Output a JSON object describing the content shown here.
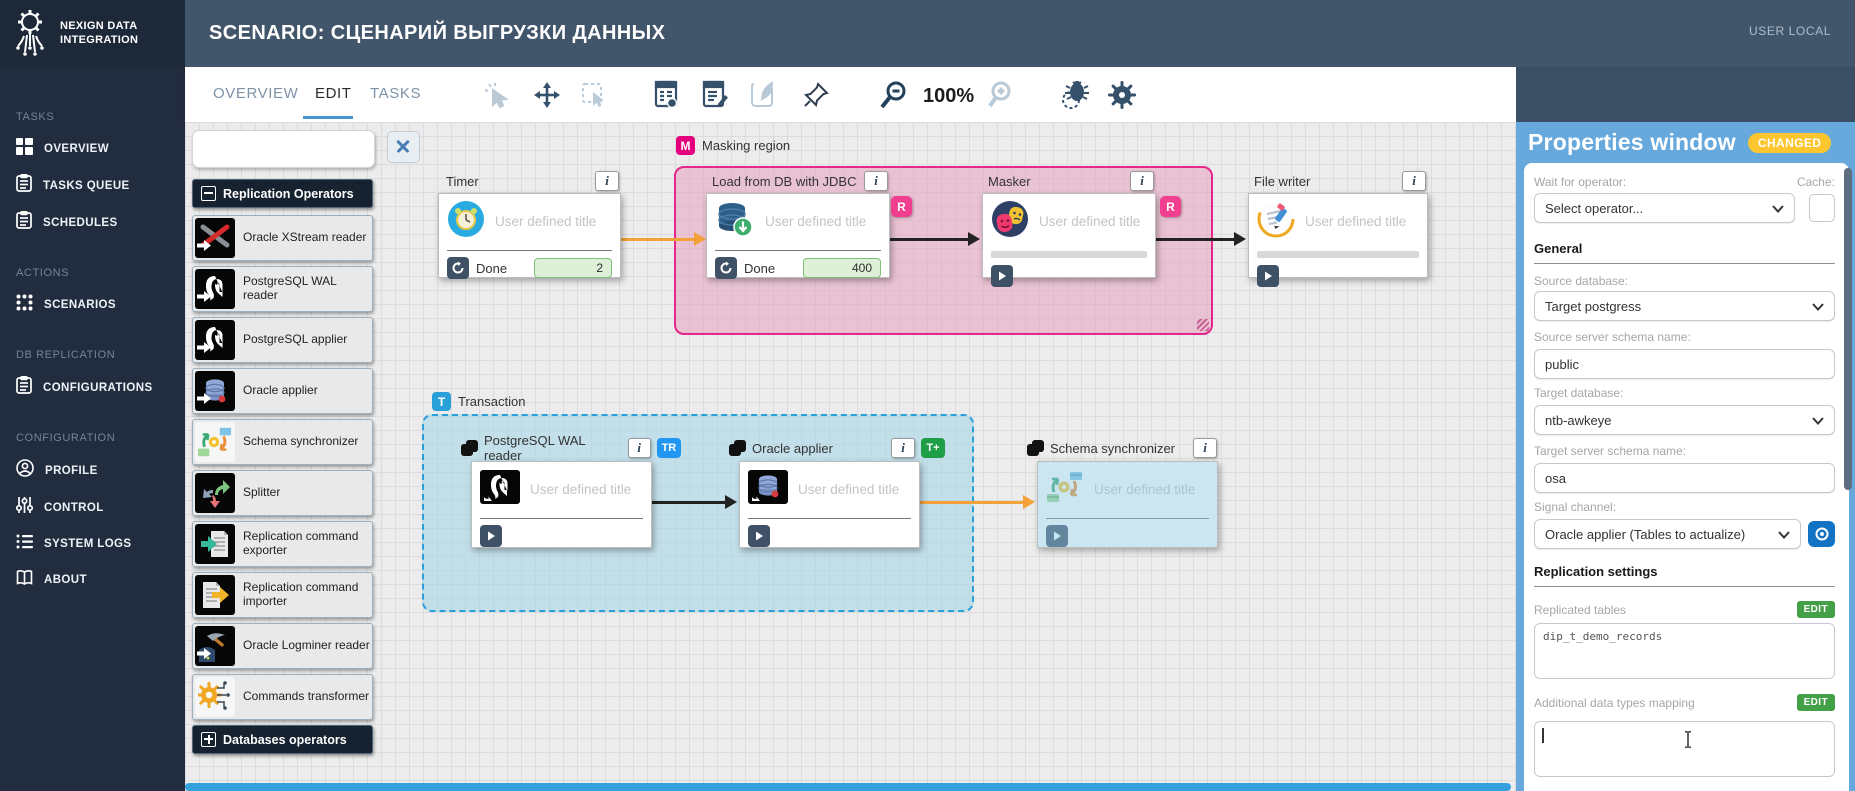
{
  "header": {
    "logo_line1": "NEXIGN DATA",
    "logo_line2": "INTEGRATION",
    "title": "SCENARIO: СЦЕНАРИЙ ВЫГРУЗКИ ДАННЫХ",
    "user": "USER LOCAL"
  },
  "tabs": {
    "overview": "OVERVIEW",
    "edit": "EDIT",
    "tasks": "TASKS"
  },
  "toolbar": {
    "zoom_level": "100%"
  },
  "sidebar": {
    "sections": [
      {
        "title": "TASKS",
        "items": [
          {
            "label": "OVERVIEW",
            "icon": "grid-icon"
          },
          {
            "label": "TASKS QUEUE",
            "icon": "clipboard-icon"
          },
          {
            "label": "SCHEDULES",
            "icon": "clipboard-icon"
          }
        ]
      },
      {
        "title": "ACTIONS",
        "items": [
          {
            "label": "SCENARIOS",
            "icon": "nodes-icon"
          }
        ]
      },
      {
        "title": "DB REPLICATION",
        "items": [
          {
            "label": "CONFIGURATIONS",
            "icon": "clipboard-icon"
          }
        ]
      },
      {
        "title": "CONFIGURATION",
        "items": [
          {
            "label": "PROFILE",
            "icon": "person-icon"
          },
          {
            "label": "CONTROL",
            "icon": "sliders-icon"
          },
          {
            "label": "SYSTEM LOGS",
            "icon": "logs-icon"
          },
          {
            "label": "ABOUT",
            "icon": "book-icon"
          }
        ]
      }
    ]
  },
  "operators_panel": {
    "search_value": "",
    "group_replication": "Replication Operators",
    "group_databases": "Databases operators",
    "items": [
      {
        "label": "Oracle XStream reader"
      },
      {
        "label": "PostgreSQL WAL reader"
      },
      {
        "label": "PostgreSQL applier"
      },
      {
        "label": "Oracle applier"
      },
      {
        "label": "Schema synchronizer"
      },
      {
        "label": "Splitter"
      },
      {
        "label": "Replication command exporter"
      },
      {
        "label": "Replication command importer"
      },
      {
        "label": "Oracle Logminer reader"
      },
      {
        "label": "Commands transformer"
      }
    ]
  },
  "canvas": {
    "info_label": "i",
    "regions": {
      "masking": {
        "badge": "M",
        "label": "Masking region"
      },
      "transaction": {
        "badge": "T",
        "label": "Transaction"
      }
    },
    "nodes": {
      "timer": {
        "type": "Timer",
        "title": "User defined title",
        "status": "Done",
        "count": "2"
      },
      "jdbc": {
        "type": "Load from DB with JDBC",
        "title": "User defined title",
        "status": "Done",
        "count": "400",
        "badge": "R"
      },
      "masker": {
        "type": "Masker",
        "title": "User defined title",
        "badge": "R"
      },
      "file_writer": {
        "type": "File writer",
        "title": "User defined title"
      },
      "pg_wal": {
        "type": "PostgreSQL WAL reader",
        "title": "User defined title",
        "badge": "TR"
      },
      "oracle_applier": {
        "type": "Oracle applier",
        "title": "User defined title",
        "badge": "T+"
      },
      "schema_sync": {
        "type": "Schema synchronizer",
        "title": "User defined title"
      }
    }
  },
  "properties": {
    "title": "Properties window",
    "status_badge": "CHANGED",
    "wait_for_operator_label": "Wait for operator:",
    "wait_for_operator_value": "Select operator...",
    "cache_label": "Cache:",
    "general_section": "General",
    "source_database_label": "Source database:",
    "source_database_value": "Target postgress",
    "source_schema_label": "Source server schema name:",
    "source_schema_value": "public",
    "target_database_label": "Target database:",
    "target_database_value": "ntb-awkeye",
    "target_schema_label": "Target server schema name:",
    "target_schema_value": "osa",
    "signal_channel_label": "Signal channel:",
    "signal_channel_value": "Oracle applier (Tables to actualize)",
    "replication_section": "Replication settings",
    "replicated_tables_label": "Replicated tables",
    "replicated_tables_value": "dip_t_demo_records",
    "edit_label": "EDIT",
    "mapping_label": "Additional data types mapping"
  },
  "colors": {
    "masking_pink": "#e5268a",
    "transaction_blue": "#2aa0d8",
    "changed_yellow": "#fdc62e",
    "edit_green": "#43a047",
    "arrow_orange": "#f3a23a"
  }
}
